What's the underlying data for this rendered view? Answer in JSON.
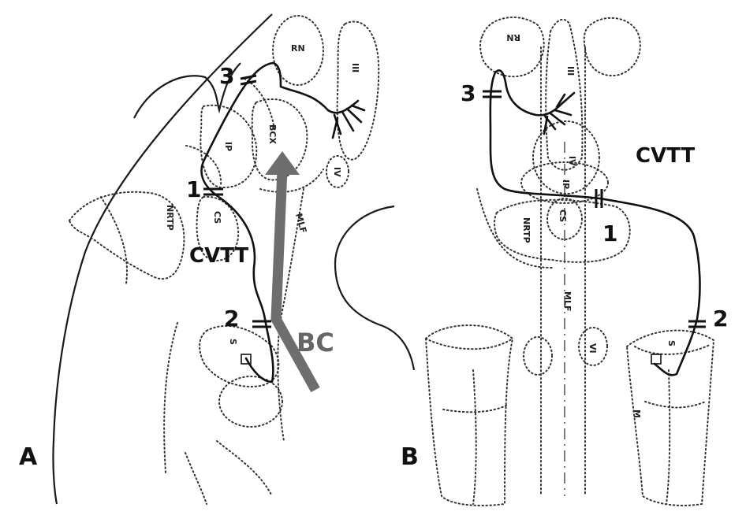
{
  "panel_a": {
    "letter": "A",
    "tract_label": "CVTT",
    "bc_label": "BC",
    "nuclei": {
      "rn": "RN",
      "iii": "III",
      "iv": "IV",
      "bcx": "BCX",
      "ip": "IP",
      "nrtp": "NRTP",
      "cs": "CS",
      "mlf": "MLF",
      "s": "S"
    },
    "numbers": {
      "one": "1",
      "two": "2",
      "three": "3"
    }
  },
  "panel_b": {
    "letter": "B",
    "tract_label": "CVTT",
    "nuclei": {
      "rn": "RN",
      "iii": "III",
      "iv": "IV",
      "ip": "IP",
      "nrtp": "NRTP",
      "cs": "CS",
      "mlf": "MLF",
      "vi": "VI",
      "s": "S",
      "m": "M"
    },
    "numbers": {
      "one": "1",
      "two": "2",
      "three": "3"
    }
  },
  "colors": {
    "pathway": "#111111",
    "bc_arrow": "#6e6e6e",
    "outline": "#333333"
  }
}
